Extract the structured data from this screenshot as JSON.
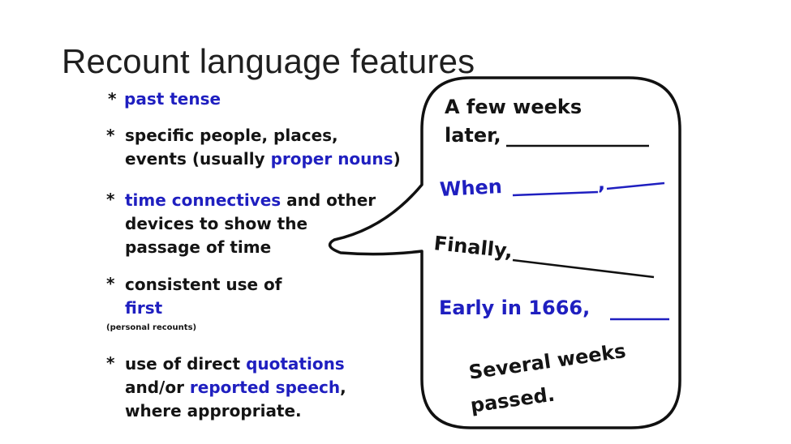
{
  "slide": {
    "title": "Recount language features",
    "features": [
      {
        "bullet": "*",
        "parts": [
          {
            "text": "past tense",
            "emph": true
          }
        ]
      },
      {
        "bullet": "*",
        "lines": [
          [
            {
              "text": "specific people, places,",
              "emph": false
            }
          ],
          [
            {
              "text": "events (usually ",
              "emph": false
            },
            {
              "text": "proper nouns",
              "emph": true
            },
            {
              "text": ")",
              "emph": false
            }
          ]
        ]
      },
      {
        "bullet": "*",
        "lines": [
          [
            {
              "text": "time connectives",
              "emph": true
            },
            {
              "text": " and other",
              "emph": false
            }
          ],
          [
            {
              "text": "devices to show the",
              "emph": false
            }
          ],
          [
            {
              "text": "passage of time",
              "emph": false
            }
          ]
        ]
      },
      {
        "bullet": "*",
        "lines": [
          [
            {
              "text": "consistent use of",
              "emph": false
            }
          ],
          [
            {
              "text": "first",
              "emph": true
            }
          ]
        ],
        "note": "(personal recounts)"
      },
      {
        "bullet": "*",
        "lines": [
          [
            {
              "text": "use of direct ",
              "emph": false
            },
            {
              "text": "quotations",
              "emph": true
            }
          ],
          [
            {
              "text": "and/or ",
              "emph": false
            },
            {
              "text": "reported speech",
              "emph": true
            },
            {
              "text": ",",
              "emph": false
            }
          ],
          [
            {
              "text": "where appropriate.",
              "emph": false
            }
          ]
        ]
      }
    ],
    "bubble": {
      "line1a": "A few weeks",
      "line1b": "later,",
      "line2": "When",
      "line2comma": ",",
      "line3": "Finally,",
      "line4": "Early in 1666,",
      "line5a": "Several weeks",
      "line5b": "passed."
    },
    "colors": {
      "emphasis": "#1f1fc0",
      "text": "#141414"
    }
  }
}
